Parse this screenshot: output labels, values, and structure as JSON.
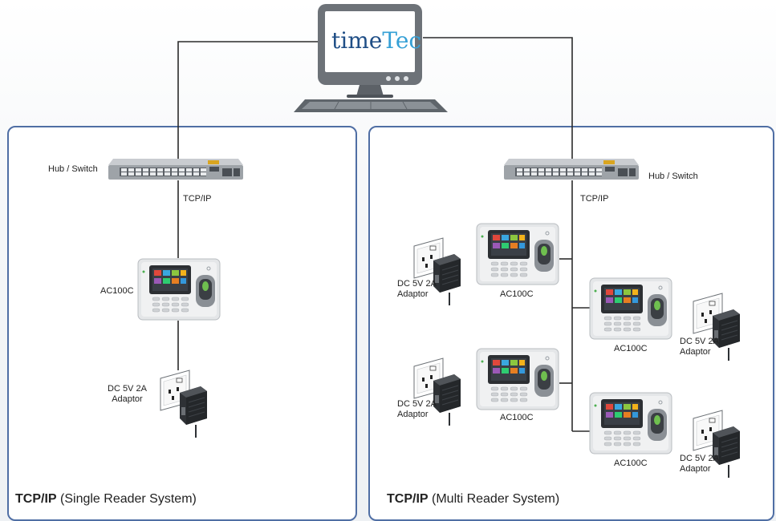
{
  "logo": {
    "part1": "time",
    "part2": "Tec"
  },
  "single": {
    "title_bold": "TCP/IP",
    "title_rest": " (Single Reader System)",
    "switch_label": "Hub / Switch",
    "link_label": "TCP/IP",
    "reader_label": "AC100C",
    "adaptor_line1": "DC 5V 2A",
    "adaptor_line2": "Adaptor"
  },
  "multi": {
    "title_bold": "TCP/IP",
    "title_rest": " (Multi Reader System)",
    "switch_label": "Hub / Switch",
    "link_label": "TCP/IP",
    "readers": [
      {
        "label": "AC100C",
        "adaptor_line1": "DC 5V 2A",
        "adaptor_line2": "Adaptor"
      },
      {
        "label": "AC100C",
        "adaptor_line1": "DC 5V 2A",
        "adaptor_line2": "Adaptor"
      },
      {
        "label": "AC100C",
        "adaptor_line1": "DC 5V 2A",
        "adaptor_line2": "Adaptor"
      },
      {
        "label": "AC100C",
        "adaptor_line1": "DC 5V 2A",
        "adaptor_line2": "Adaptor"
      }
    ]
  },
  "colors": {
    "frame": "#4f6ea4",
    "brand_dark": "#1f4e86",
    "brand_light": "#35a0d6",
    "monitor": "#6d7278"
  }
}
